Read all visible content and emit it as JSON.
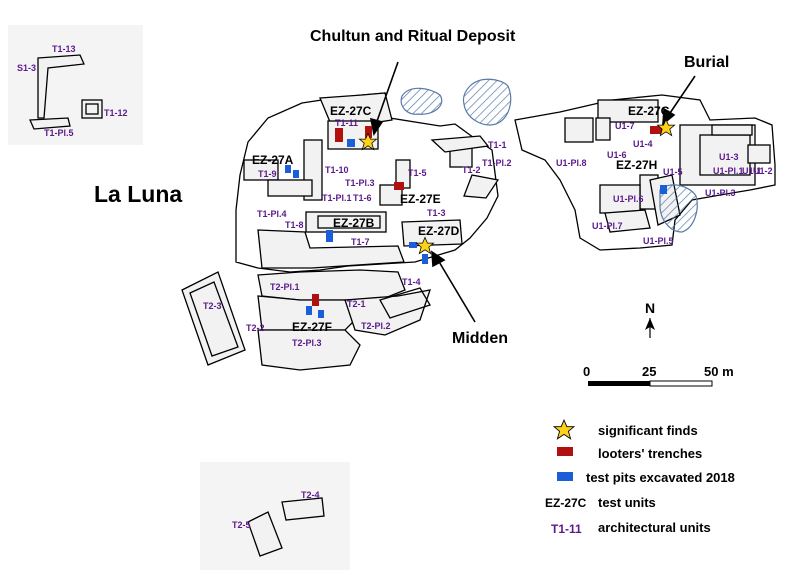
{
  "site_name": "La Luna",
  "callouts": {
    "chultun": "Chultun and Ritual Deposit",
    "burial": "Burial",
    "midden": "Midden"
  },
  "test_units": [
    "EZ-27A",
    "EZ-27B",
    "EZ-27C",
    "EZ-27D",
    "EZ-27E",
    "EZ-27F",
    "EZ-27G",
    "EZ-27H"
  ],
  "architectural_units": [
    "S1-3",
    "T1-13",
    "T1-12",
    "T1-Pl.5",
    "T1-11",
    "T1-10",
    "T1-9",
    "T1-8",
    "T1-7",
    "T1-6",
    "T1-5",
    "T1-4",
    "T1-3",
    "T1-2",
    "T1-1",
    "T1-Pl.1",
    "T1-Pl.2",
    "T1-Pl.3",
    "T1-Pl.4",
    "T2-1",
    "T2-2",
    "T2-3",
    "T2-4",
    "T2-5",
    "T2-Pl.1",
    "T2-Pl.2",
    "T2-Pl.3",
    "U1-1",
    "U1-2",
    "U1-3",
    "U1-4",
    "U1-5",
    "U1-6",
    "U1-7",
    "U1-Pl.1",
    "U1-Pl.3",
    "U1-Pl.5",
    "U1-Pl.6",
    "U1-Pl.7",
    "U1-Pl.8"
  ],
  "north": "N",
  "scale": {
    "zero": "0",
    "mid": "25",
    "end": "50 m"
  },
  "legend": [
    {
      "symbol": "star",
      "label": "significant finds"
    },
    {
      "symbol": "red-rect",
      "label": "looters' trenches"
    },
    {
      "symbol": "blue-rect",
      "label": "test pits excavated 2018"
    },
    {
      "symbol": "text",
      "sample": "EZ-27C",
      "label": "test units"
    },
    {
      "symbol": "text",
      "sample": "T1-11",
      "label": "architectural units"
    }
  ],
  "colors": {
    "looters_trench": "#b01010",
    "test_pit": "#1a5fd8",
    "star": "#ffd21a",
    "arch_label": "#5b1a8c",
    "structure_fill": "#eeeeee"
  }
}
